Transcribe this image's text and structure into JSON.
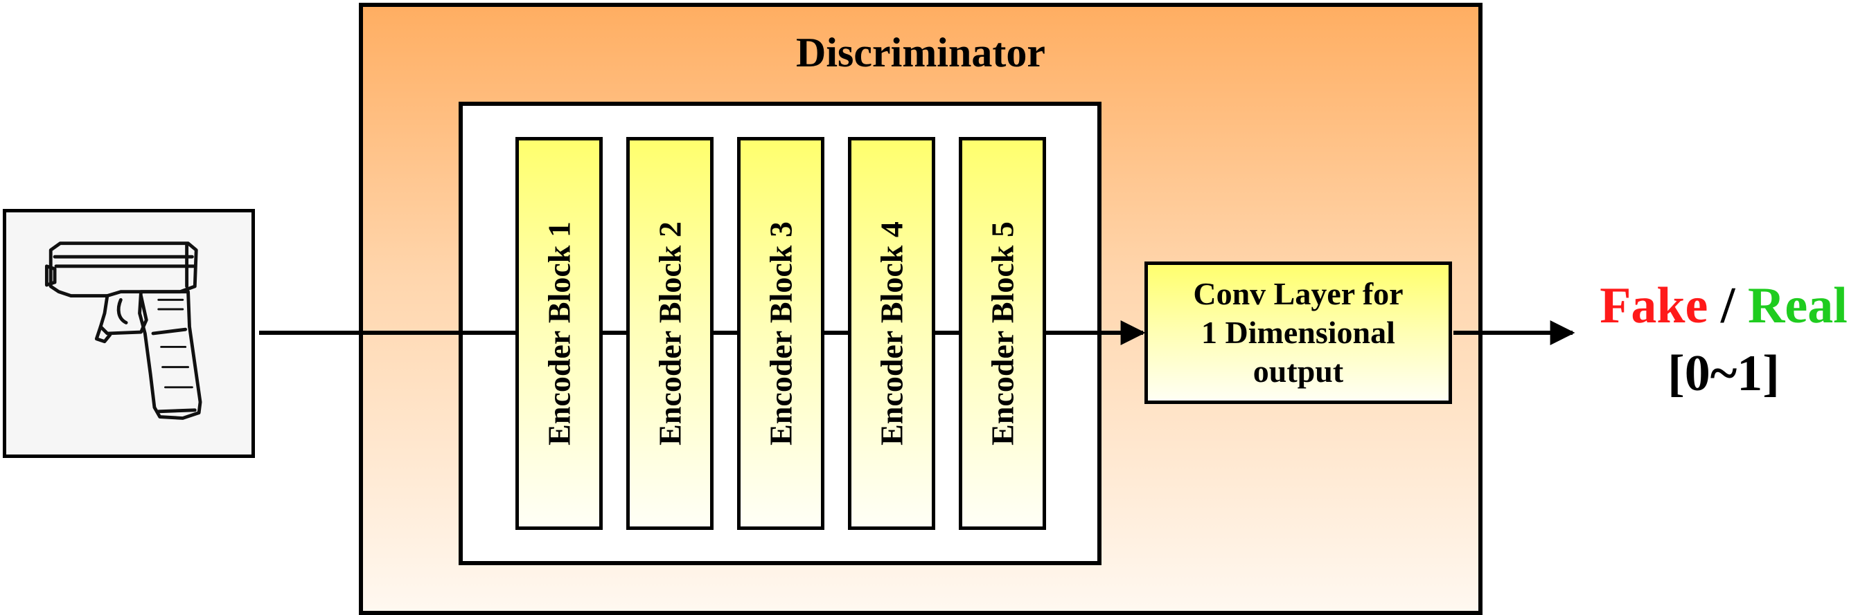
{
  "diagram": {
    "title": "Discriminator",
    "encoder_blocks": [
      {
        "label": "Encoder Block 1"
      },
      {
        "label": "Encoder Block 2"
      },
      {
        "label": "Encoder Block 3"
      },
      {
        "label": "Encoder Block 4"
      },
      {
        "label": "Encoder Block 5"
      }
    ],
    "conv_layer": {
      "line1": "Conv Layer for",
      "line2": "1 Dimensional",
      "line3": "output"
    },
    "output": {
      "fake_label": "Fake",
      "separator": "/",
      "real_label": "Real",
      "range_label": "[0~1]",
      "fake_color": "#ff1a1a",
      "real_color": "#1fcc1f"
    },
    "input_image": {
      "icon": "pistol-icon"
    }
  }
}
